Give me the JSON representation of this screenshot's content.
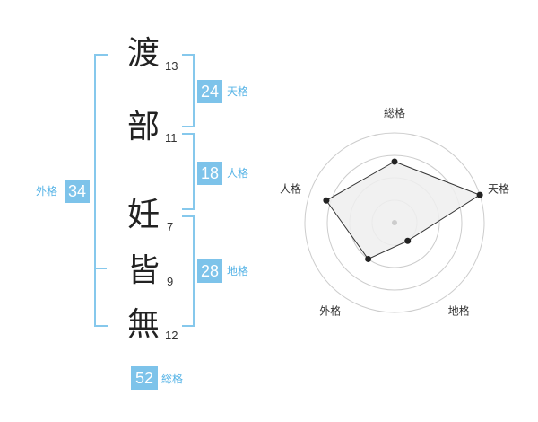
{
  "name": [
    {
      "char": "渡",
      "strokes": "13"
    },
    {
      "char": "部",
      "strokes": "11"
    },
    {
      "char": "妊",
      "strokes": "7"
    },
    {
      "char": "皆",
      "strokes": "9"
    },
    {
      "char": "無",
      "strokes": "12"
    }
  ],
  "fortunes": {
    "tenkaku": {
      "value": "24",
      "label": "天格"
    },
    "jinkaku": {
      "value": "18",
      "label": "人格"
    },
    "chikaku": {
      "value": "28",
      "label": "地格"
    },
    "gaikaku": {
      "value": "34",
      "label": "外格"
    },
    "soukaku": {
      "value": "52",
      "label": "総格"
    }
  },
  "radar": {
    "axes": [
      "総格",
      "天格",
      "地格",
      "外格",
      "人格"
    ],
    "values": [
      0.68,
      1.0,
      0.25,
      0.5,
      0.8
    ],
    "rings": 4,
    "fill_color": "#eeeeee",
    "line_color": "#333333",
    "ring_color": "#cccccc"
  }
}
